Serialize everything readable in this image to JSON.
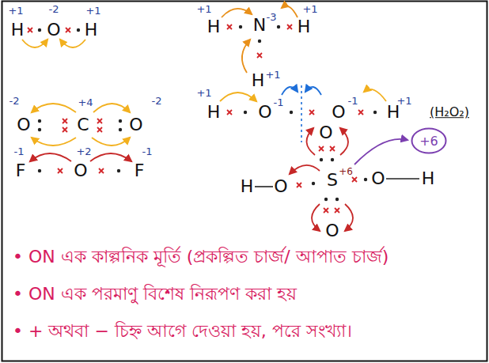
{
  "diagram": {
    "nodes": [
      {
        "text": [
          "+6"
        ]
      }
    ],
    "labels": [
      "+1",
      "H",
      "-2",
      "O",
      "+1",
      "H",
      "+1",
      "H",
      "N",
      "-3",
      "+1",
      "H",
      "H",
      "+1",
      "-2",
      "O",
      "+4",
      "C",
      "O",
      "-2",
      "+1",
      "H",
      "O",
      "-1",
      "O",
      "-1",
      "H",
      "+1",
      "(H₂O₂)",
      "-1",
      "F",
      "+2",
      "O",
      "F",
      "-1",
      "O",
      "H",
      "O",
      "S",
      "+6",
      "O",
      "H",
      "O",
      "• ON এক কাল্পনিক মূর্তি (প্রকল্পিত চার্জ/ আপাত চার্জ)",
      "• ON এক পরমাণু বিশেষ নিরূপণ করা হয়",
      "• + অথবা − চিহ্ন আগে দেওয়া হয়, পরে সংখ্যা।"
    ]
  }
}
